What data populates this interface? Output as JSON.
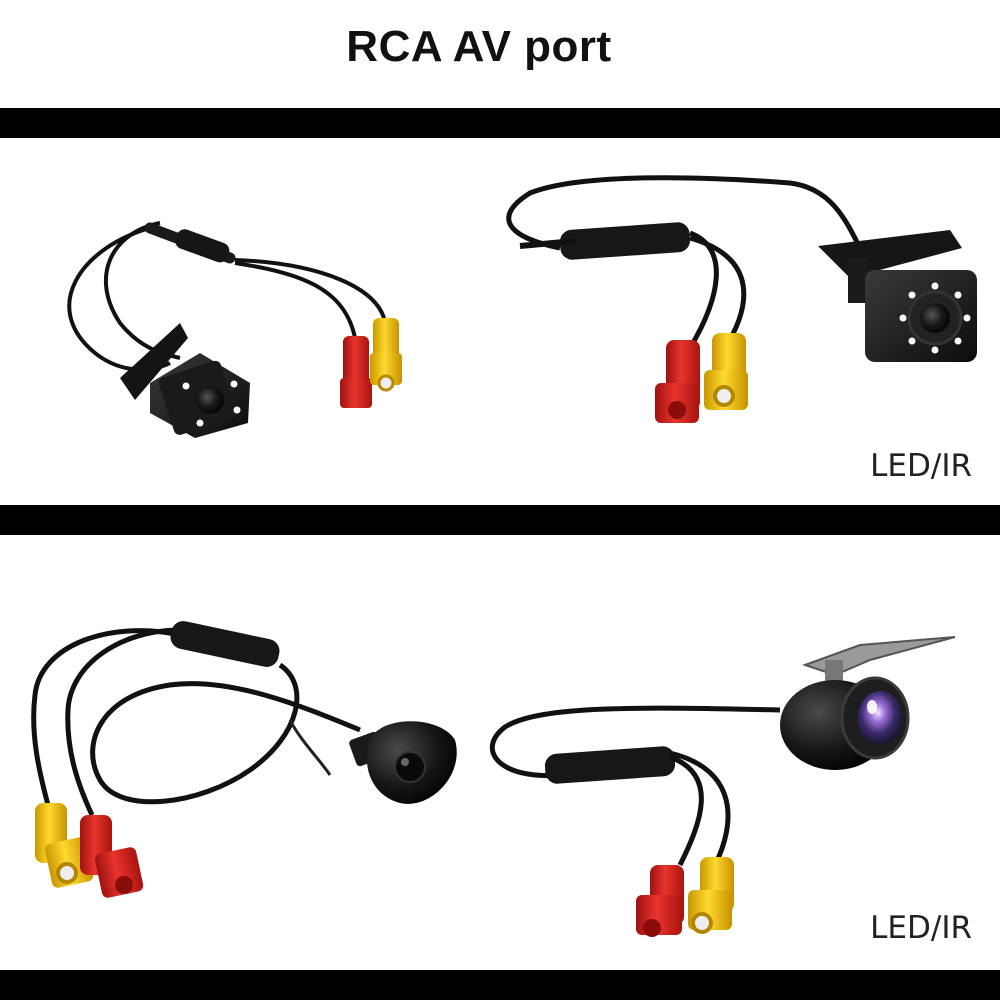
{
  "header": {
    "title": "RCA AV port"
  },
  "panels": [
    {
      "left_product": "square-led-camera-4",
      "right_product": "square-led-camera-8",
      "label": "LED/IR"
    },
    {
      "left_product": "mini-dome-camera",
      "right_product": "round-fisheye-camera",
      "label": "LED/IR"
    }
  ],
  "colors": {
    "bar": "#000000",
    "background": "#ffffff",
    "rca_red": "#d8201c",
    "rca_yellow": "#f2c400",
    "cable": "#111111"
  }
}
